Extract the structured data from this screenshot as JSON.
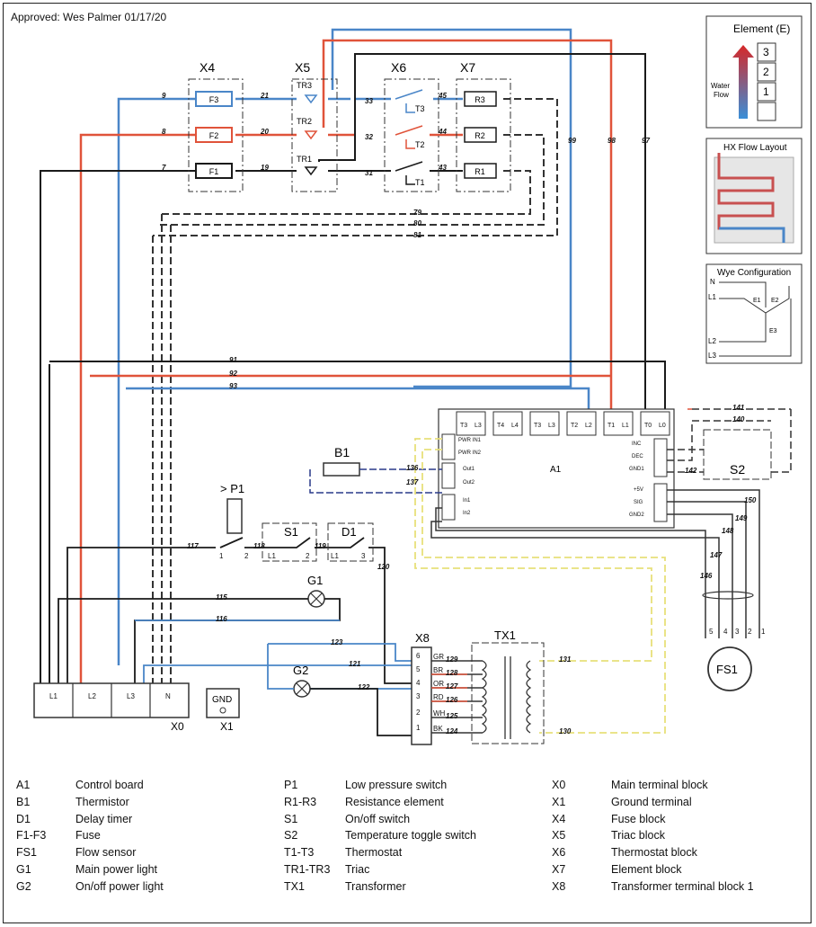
{
  "approved": "Approved: Wes Palmer 01/17/20",
  "insets": {
    "element": {
      "title": "Element (E)",
      "levels": [
        "3",
        "2",
        "1"
      ],
      "flow_label_1": "Water",
      "flow_label_2": "Flow"
    },
    "hx": {
      "title": "HX Flow Layout"
    },
    "wye": {
      "title": "Wye Configuration",
      "lines": [
        "N",
        "L1",
        "L2",
        "L3"
      ],
      "elements": [
        "E1",
        "E2",
        "E3"
      ]
    }
  },
  "blocks": {
    "x4": "X4",
    "x5": "X5",
    "x6": "X6",
    "x7": "X7",
    "x8": "X8",
    "tx1": "TX1",
    "x0": "X0",
    "x1": "X1",
    "gnd": "GND",
    "fuses": [
      "F3",
      "F2",
      "F1"
    ],
    "triacs": [
      "TR3",
      "TR2",
      "TR1"
    ],
    "thermostats": [
      "T3",
      "T2",
      "T1"
    ],
    "resistors": [
      "R3",
      "R2",
      "R1"
    ],
    "a1": "A1",
    "b1": "B1",
    "s2": "S2",
    "p1": "> P1",
    "s1": "S1",
    "d1": "D1",
    "g1": "G1",
    "g2": "G2",
    "fs1": "FS1"
  },
  "terminals": {
    "x0": [
      "L1",
      "L2",
      "L3",
      "N"
    ],
    "a1_top": [
      "T3",
      "L3",
      "T4",
      "L4",
      "T3",
      "L3",
      "T2",
      "L2",
      "T1",
      "L1",
      "T0",
      "L0"
    ],
    "a1_left": [
      "PWR IN1",
      "PWR IN2",
      "Out1",
      "Out2",
      "In1",
      "In2"
    ],
    "a1_right": [
      "INC",
      "DEC",
      "GND1",
      "+5V",
      "SIG",
      "GND2"
    ],
    "x8": [
      "GR",
      "BR",
      "OR",
      "RD",
      "WH",
      "BK"
    ],
    "x8_nums": [
      "6",
      "5",
      "4",
      "3",
      "2",
      "1"
    ],
    "fs1_pins": [
      "5",
      "4",
      "3",
      "2",
      "1"
    ],
    "s1_pins": [
      "L1",
      "2"
    ],
    "d1_pins": [
      "L1",
      "3"
    ],
    "p1_pins": [
      "1",
      "2"
    ]
  },
  "wires": [
    "9",
    "8",
    "7",
    "21",
    "20",
    "19",
    "33",
    "32",
    "31",
    "45",
    "44",
    "43",
    "99",
    "98",
    "97",
    "79",
    "80",
    "81",
    "91",
    "92",
    "93",
    "141",
    "140",
    "142",
    "136",
    "137",
    "117",
    "118",
    "119",
    "120",
    "115",
    "116",
    "123",
    "121",
    "122",
    "129",
    "128",
    "127",
    "126",
    "125",
    "124",
    "131",
    "130",
    "150",
    "149",
    "148",
    "147",
    "146"
  ],
  "legend": [
    {
      "code": "A1",
      "desc": "Control board"
    },
    {
      "code": "B1",
      "desc": "Thermistor"
    },
    {
      "code": "D1",
      "desc": "Delay timer"
    },
    {
      "code": "F1-F3",
      "desc": "Fuse"
    },
    {
      "code": "FS1",
      "desc": "Flow sensor"
    },
    {
      "code": "G1",
      "desc": "Main power light"
    },
    {
      "code": "G2",
      "desc": "On/off power light"
    },
    {
      "code": "P1",
      "desc": "Low pressure switch"
    },
    {
      "code": "R1-R3",
      "desc": "Resistance element"
    },
    {
      "code": "S1",
      "desc": "On/off switch"
    },
    {
      "code": "S2",
      "desc": "Temperature toggle switch"
    },
    {
      "code": "T1-T3",
      "desc": "Thermostat"
    },
    {
      "code": "TR1-TR3",
      "desc": "Triac"
    },
    {
      "code": "TX1",
      "desc": "Transformer"
    },
    {
      "code": "X0",
      "desc": "Main terminal block"
    },
    {
      "code": "X1",
      "desc": "Ground terminal"
    },
    {
      "code": "X4",
      "desc": "Fuse block"
    },
    {
      "code": "X5",
      "desc": "Triac block"
    },
    {
      "code": "X6",
      "desc": "Thermostat block"
    },
    {
      "code": "X7",
      "desc": "Element block"
    },
    {
      "code": "X8",
      "desc": "Transformer terminal block 1"
    }
  ],
  "colors": {
    "blue": "#4a86c8",
    "red": "#e0533a",
    "black": "#1a1a1a",
    "yellow": "#e8e07a",
    "navy": "#2a3a8a"
  }
}
